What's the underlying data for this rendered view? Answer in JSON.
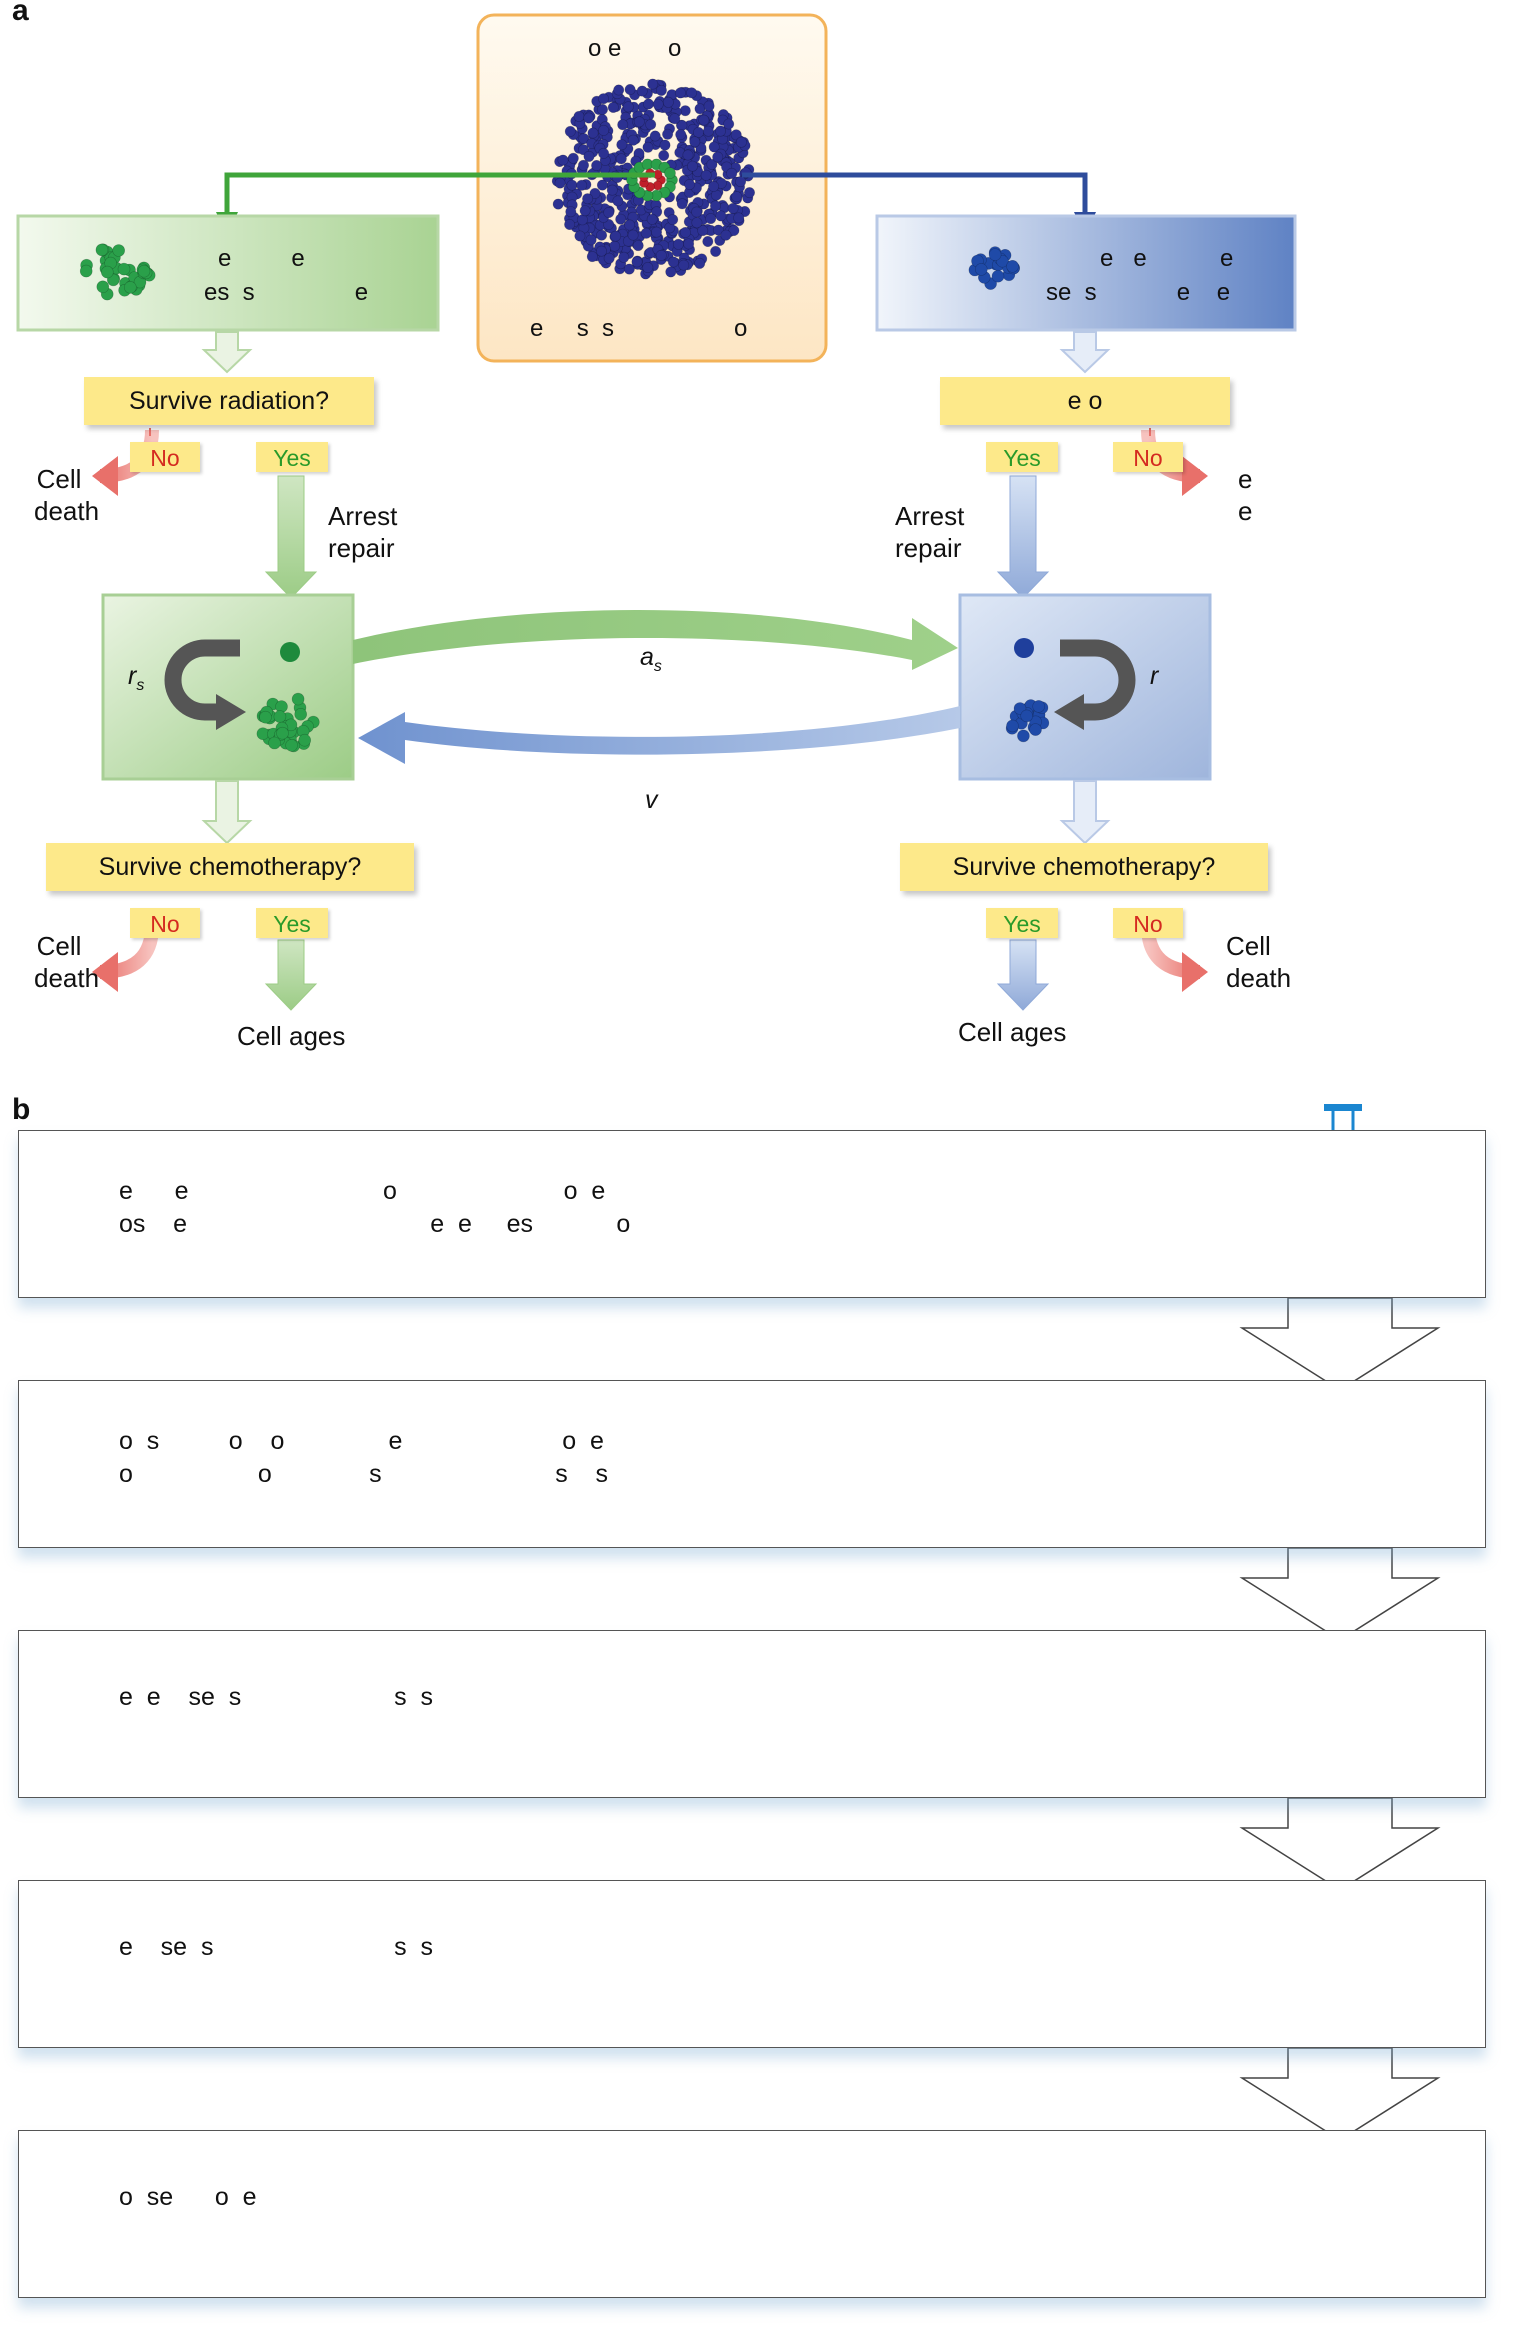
{
  "panel_a": {
    "label": "a",
    "center_box": {
      "line1": "o e       o",
      "line2": "e     s  s                  o"
    },
    "left_box": {
      "line1": "e         e",
      "line2": "es  s               e"
    },
    "right_box": {
      "line1": "e   e           e",
      "line2": "se  s            e    e"
    },
    "left_question": "Survive radiation?",
    "right_question": "e                o",
    "no": "No",
    "yes": "Yes",
    "cell_death": [
      "Cell",
      "death"
    ],
    "right_death_partial": [
      "e",
      "e"
    ],
    "arrest_repair": [
      "Arrest",
      "repair"
    ],
    "rate_left": "r",
    "rate_left_sub": "s",
    "rate_right": "r",
    "arrow_top": "a",
    "arrow_top_sub": "s",
    "arrow_bottom": "v",
    "chemo_question": "Survive chemotherapy?",
    "cell_ages": "Cell ages",
    "colors": {
      "green": "#5aa048",
      "blue": "#2e4c9c",
      "red": "#e8706a",
      "yellow": "#fde98a",
      "orange": "#f6b85a"
    }
  },
  "panel_b": {
    "label": "b",
    "steps": [
      {
        "line1": "e      e                            o                        o  e",
        "line2": "os    e                                   e  e     es            o",
        "icon": "tissue-slides-and-test-tube"
      },
      {
        "line1": "o  s          o    o               e                       o  e",
        "line2": "o                  o              s                         s    s",
        "icon": "radiotherapy-and-iv-drip"
      },
      {
        "line1": "e  e    se  s                      s  s",
        "line2": "",
        "icon": "growth-curve-chart"
      },
      {
        "line1": "e    se  s                          s  s",
        "line2": "",
        "icon": "supercomputer-photo"
      },
      {
        "line1": "o  se      o  e",
        "line2": "",
        "icon": "mouse"
      }
    ],
    "colors": {
      "icon_blue": "#1a86d0"
    }
  }
}
